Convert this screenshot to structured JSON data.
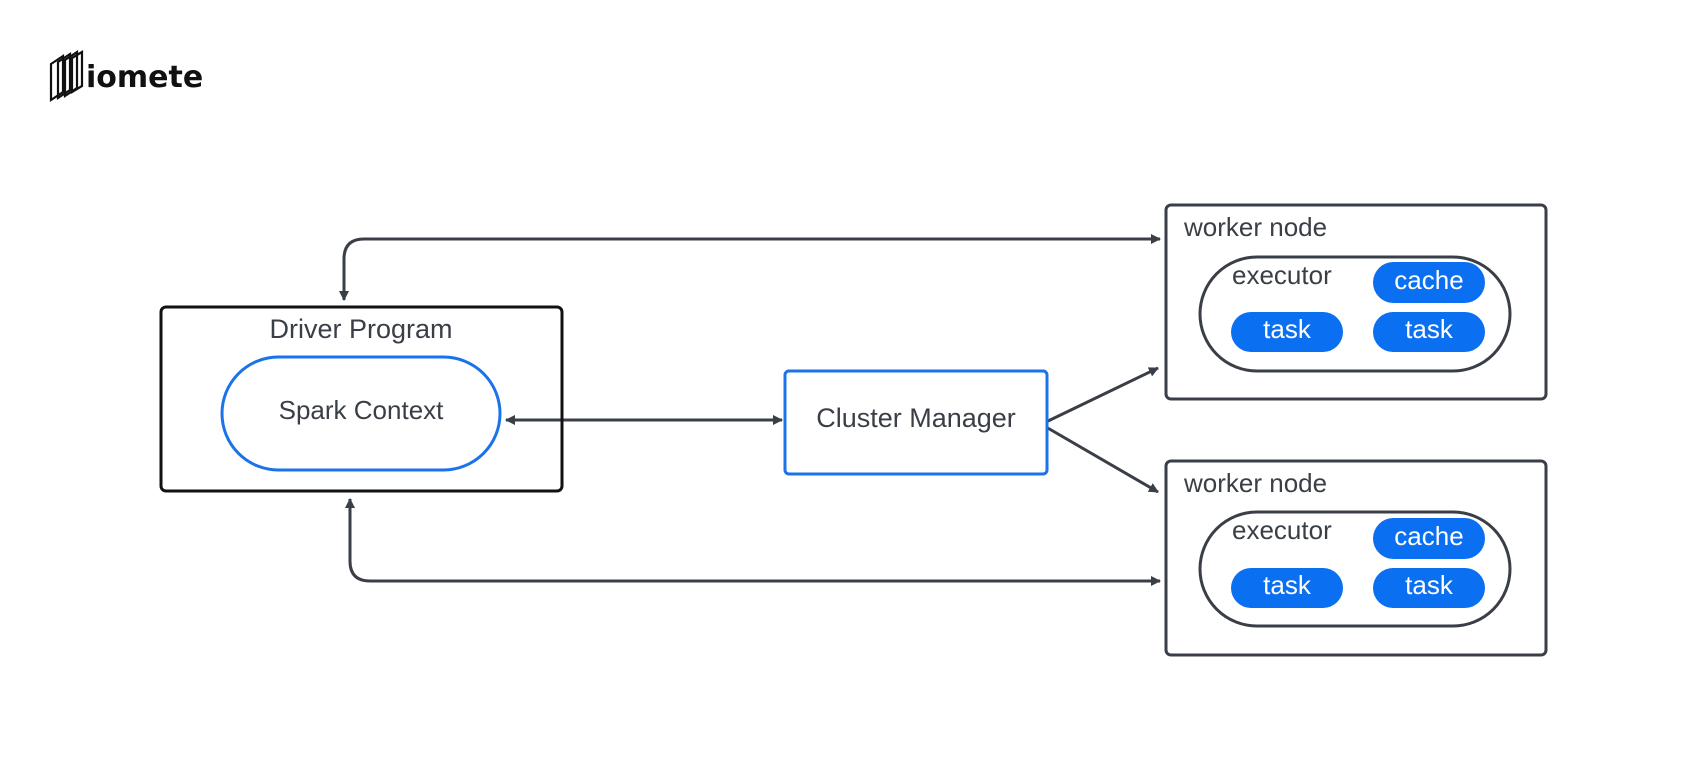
{
  "logo": {
    "text": "iomete"
  },
  "driver": {
    "title": "Driver Program",
    "context_label": "Spark Context"
  },
  "cluster_manager": {
    "label": "Cluster Manager"
  },
  "workers": [
    {
      "title": "worker node",
      "executor_label": "executor",
      "cache_label": "cache",
      "task_labels": [
        "task",
        "task"
      ]
    },
    {
      "title": "worker node",
      "executor_label": "executor",
      "cache_label": "cache",
      "task_labels": [
        "task",
        "task"
      ]
    }
  ],
  "colors": {
    "accent_blue": "#1a73e8",
    "pill_blue": "#0b6ff2",
    "stroke_dark": "#3a3f47",
    "driver_border": "#111111"
  }
}
